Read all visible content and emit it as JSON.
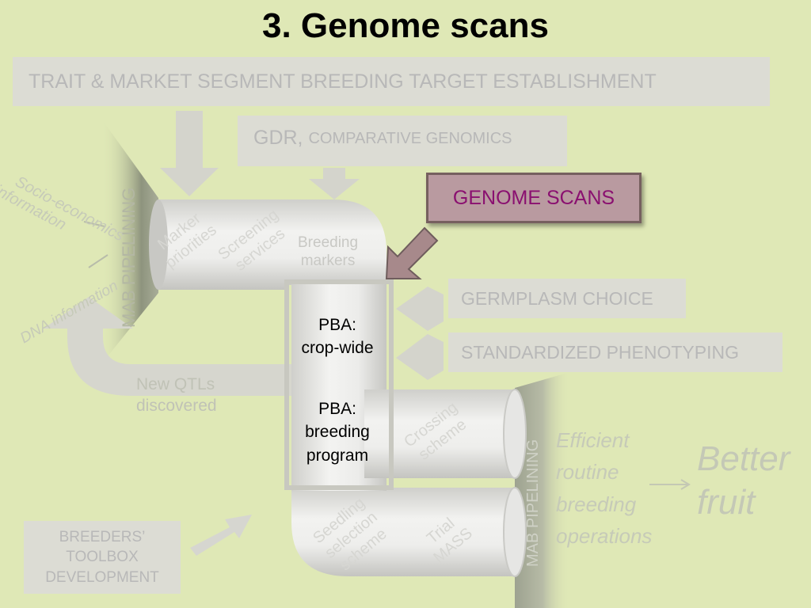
{
  "title": "3. Genome scans",
  "boxes": {
    "trait": "TRAIT & MARKET SEGMENT BREEDING TARGET ESTABLISHMENT",
    "gdr_main": "GDR,",
    "gdr_sub": "COMPARATIVE GENOMICS",
    "genome_scans": "GENOME SCANS",
    "germplasm": "GERMPLASM CHOICE",
    "phenotyping": "STANDARDIZED PHENOTYPING",
    "toolbox_line1": "BREEDERS’",
    "toolbox_line2": "TOOLBOX",
    "toolbox_line3": "DEVELOPMENT"
  },
  "side_labels": {
    "socio_line1": "Socio-economics",
    "socio_line2": "information",
    "dna": "DNA information",
    "mab_left": "MAB PIPELINING",
    "mab_right": "MAB PIPELINING"
  },
  "pipe_labels": {
    "marker_line1": "Marker",
    "marker_line2": "priorities",
    "screening_line1": "Screening",
    "screening_line2": "services",
    "breeding_line1": "Breeding",
    "breeding_line2": "markers",
    "crossing_line1": "Crossing",
    "crossing_line2": "scheme",
    "seedling_line1": "Seedling",
    "seedling_line2": "selection",
    "seedling_line3": "scheme",
    "trial_line1": "Trial",
    "trial_line2": "MASS"
  },
  "pba": {
    "crop_line1": "PBA:",
    "crop_line2": "crop-wide",
    "prog_line1": "PBA:",
    "prog_line2": "breeding",
    "prog_line3": "program"
  },
  "feedback": {
    "qtl_line1": "New QTLs",
    "qtl_line2": "discovered"
  },
  "outcome": {
    "eff_line1": "Efficient",
    "eff_line2": "routine",
    "eff_line3": "breeding",
    "eff_line4": "operations",
    "better_line1": "Better",
    "better_line2": "fruit"
  },
  "colors": {
    "background": "#dfe8b6",
    "box_fill": "#dcdcd4",
    "box_text": "#b8b8b8",
    "genome_fill": "#b99aa0",
    "genome_text": "#8a1070",
    "genome_border": "#76605f"
  }
}
